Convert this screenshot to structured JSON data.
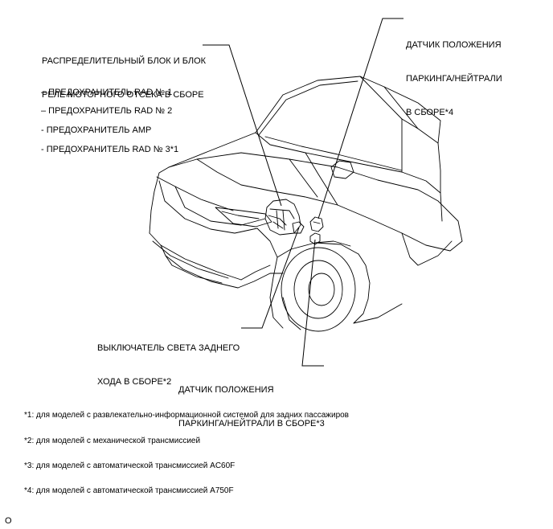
{
  "callouts": {
    "relay_block": [
      "РАСПРЕДЕЛИТЕЛЬНЫЙ БЛОК И БЛОК",
      "РЕЛЕ МОТОРНОГО ОТСЕКА В СБОРЕ"
    ],
    "fuses": [
      "– ПРЕДОХРАНИТЕЛЬ RAD № 1",
      "– ПРЕДОХРАНИТЕЛЬ RAD № 2",
      "- ПРЕДОХРАНИТЕЛЬ AMP",
      "- ПРЕДОХРАНИТЕЛЬ RAD № 3*1"
    ],
    "park_neutral_4": [
      "ДАТЧИК ПОЛОЖЕНИЯ",
      "ПАРКИНГА/НЕЙТРАЛИ",
      "В СБОРЕ*4"
    ],
    "backup_light_switch": [
      "ВЫКЛЮЧАТЕЛЬ СВЕТА ЗАДНЕГО",
      "ХОДА В СБОРЕ*2"
    ],
    "park_neutral_3": [
      "ДАТЧИК ПОЛОЖЕНИЯ",
      "ПАРКИНГА/НЕЙТРАЛИ В СБОРЕ*3"
    ]
  },
  "notes": [
    "*1: для моделей с развлекательно-информационной системой для задних пассажиров",
    "*2: для моделей с механической трансмиссией",
    "*3: для моделей с автоматической трансмиссией AC60F",
    "*4: для моделей с автоматической трансмиссией A750F"
  ],
  "page_marker": "O"
}
